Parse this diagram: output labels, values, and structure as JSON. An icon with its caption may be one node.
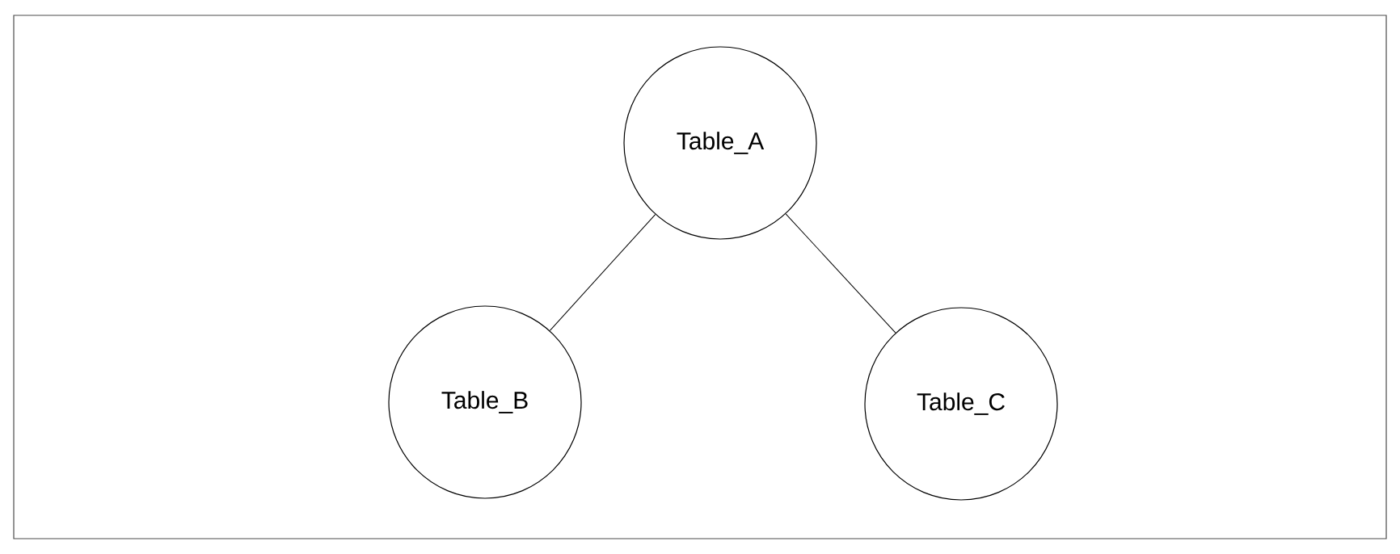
{
  "diagram": {
    "nodes": [
      {
        "text": [
          "Table_A"
        ]
      },
      {
        "text": [
          "Table_B"
        ]
      },
      {
        "text": [
          "Table_C"
        ]
      }
    ],
    "edges": [
      {
        "from": 0,
        "to": 1,
        "arrow": "none"
      },
      {
        "from": 0,
        "to": 2,
        "arrow": "none"
      }
    ]
  }
}
